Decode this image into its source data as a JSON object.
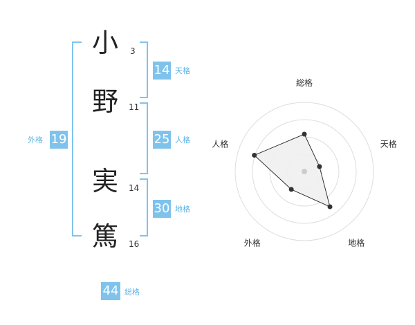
{
  "name": {
    "chars": [
      {
        "char": "小",
        "strokes": "3"
      },
      {
        "char": "野",
        "strokes": "11"
      },
      {
        "char": "実",
        "strokes": "14"
      },
      {
        "char": "篤",
        "strokes": "16"
      }
    ]
  },
  "fortunes": {
    "tenkaku": {
      "value": "14",
      "label": "天格"
    },
    "jinkaku": {
      "value": "25",
      "label": "人格"
    },
    "chikaku": {
      "value": "30",
      "label": "地格"
    },
    "gaikaku": {
      "value": "19",
      "label": "外格"
    },
    "soukaku": {
      "value": "44",
      "label": "総格"
    }
  },
  "radar": {
    "axes": [
      "総格",
      "天格",
      "地格",
      "外格",
      "人格"
    ],
    "levels": 4,
    "values": [
      0.54,
      0.23,
      0.63,
      0.32,
      0.76
    ],
    "colors": {
      "grid": "#dddddd",
      "fill": "#f0f0f0",
      "line": "#333333",
      "point": "#333333",
      "center": "#cccccc"
    }
  }
}
